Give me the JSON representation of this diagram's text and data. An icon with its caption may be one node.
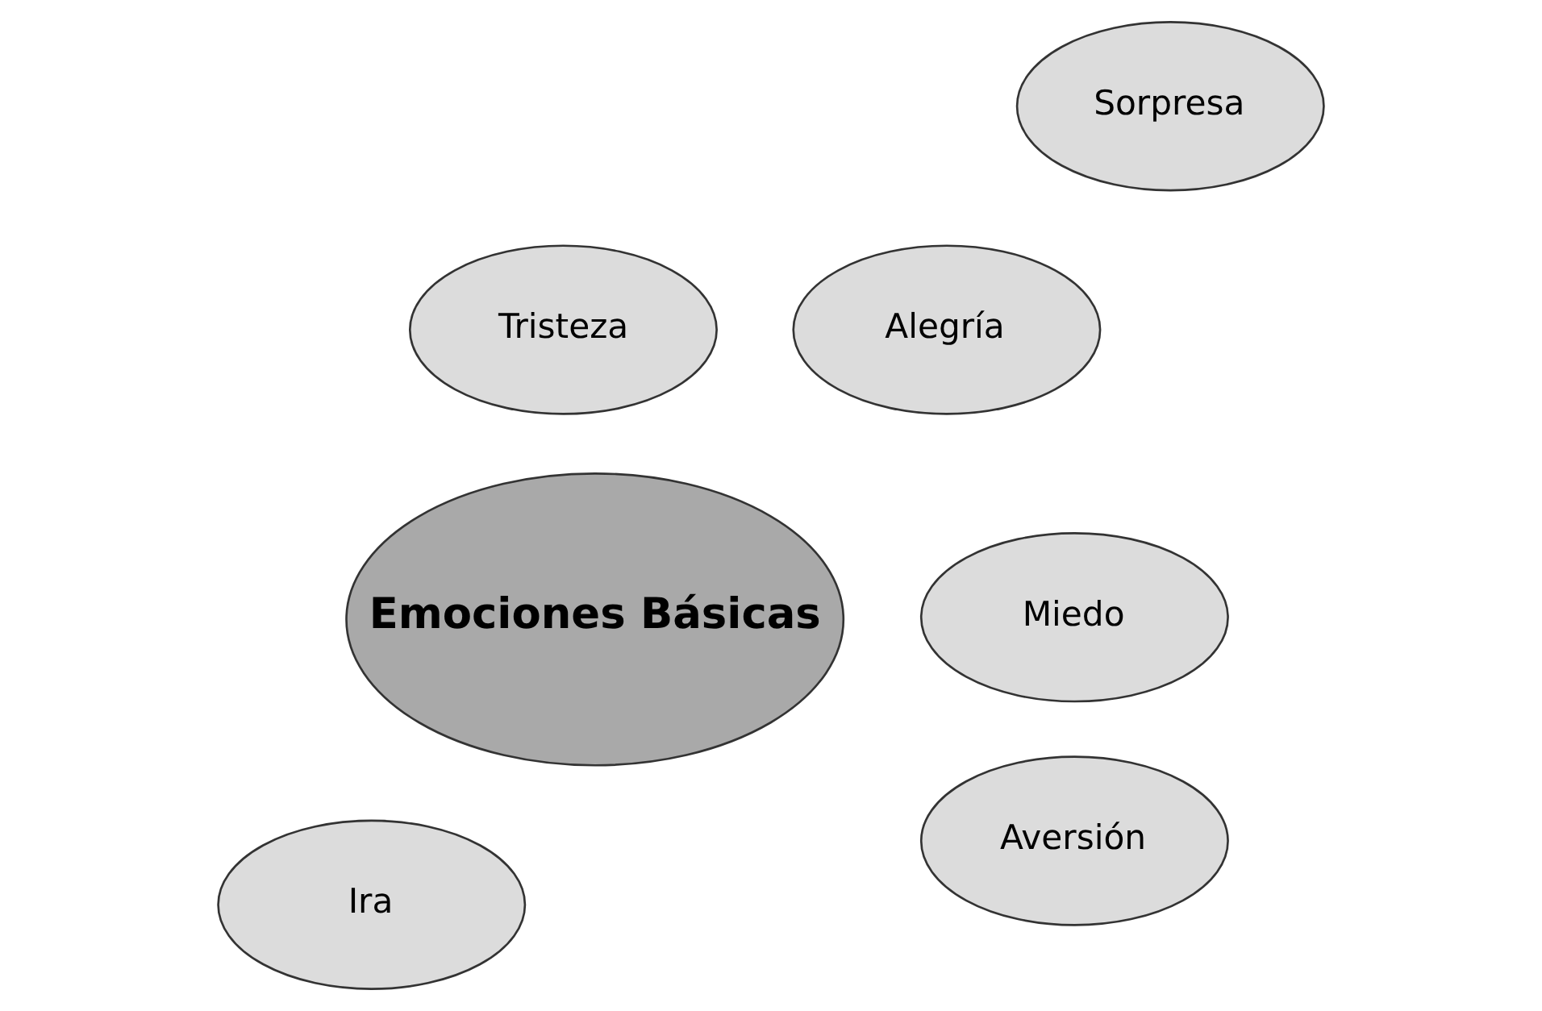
{
  "diagram": {
    "nodes": [
      {
        "text": [
          "Emociones Básicas"
        ]
      },
      {
        "text": [
          "Alegría"
        ]
      },
      {
        "text": [
          "Tristeza"
        ]
      },
      {
        "text": [
          "Aversión"
        ]
      },
      {
        "text": [
          "Miedo"
        ]
      },
      {
        "text": [
          "Ira"
        ]
      },
      {
        "text": [
          "Sorpresa"
        ]
      }
    ]
  }
}
